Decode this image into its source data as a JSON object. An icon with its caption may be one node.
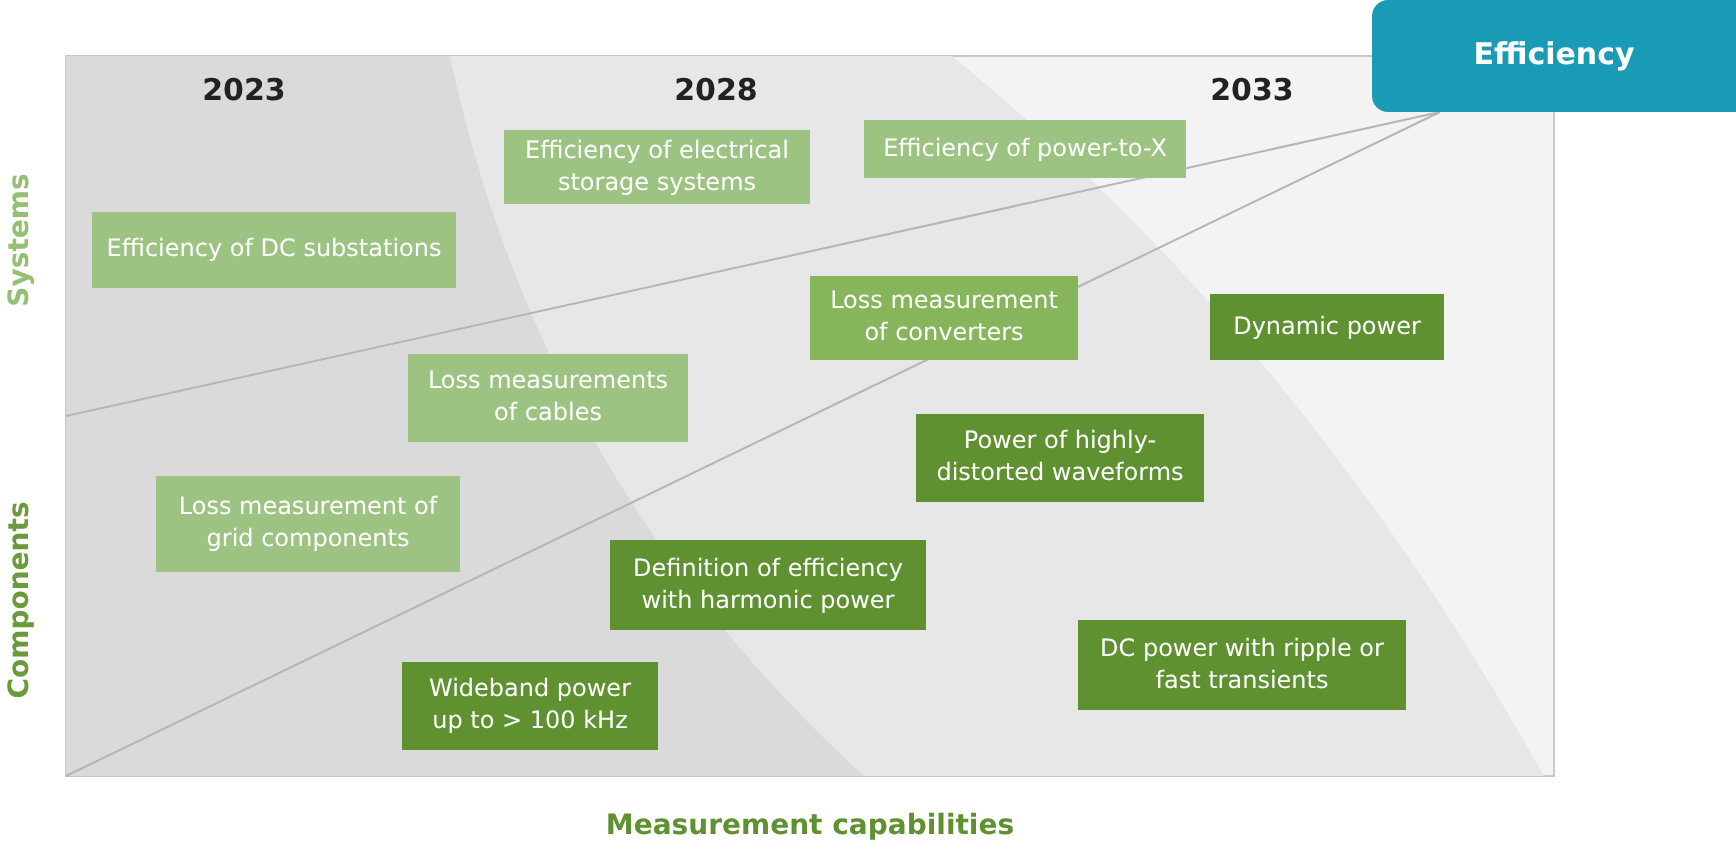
{
  "diagram": {
    "nodes": [
      {
        "text": [
          "Efficiency"
        ]
      },
      {
        "text": [
          "Efficiency of DC substations"
        ]
      },
      {
        "text": [
          "Efficiency of electrical storage systems"
        ]
      },
      {
        "text": [
          "Efficiency of power-to-X"
        ]
      },
      {
        "text": [
          "Loss measurement of converters"
        ]
      },
      {
        "text": [
          "Dynamic power"
        ]
      },
      {
        "text": [
          "Loss measurements of cables"
        ]
      },
      {
        "text": [
          "Power of highly-distorted waveforms"
        ]
      },
      {
        "text": [
          "Loss measurement of grid components"
        ]
      },
      {
        "text": [
          "Definition of efficiency with harmonic power"
        ]
      },
      {
        "text": [
          "DC power with ripple or fast transients"
        ]
      },
      {
        "text": [
          "Wideband power up to > 100 kHz"
        ]
      }
    ],
    "labels": [
      "2023",
      "2028",
      "2033",
      "Systems",
      "Components",
      "Measurement capabilities"
    ]
  }
}
